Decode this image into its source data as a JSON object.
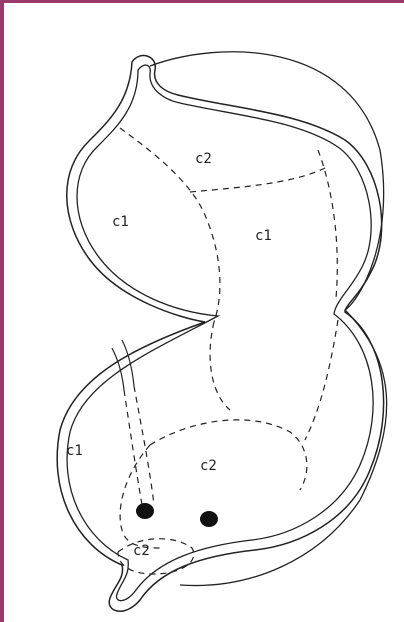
{
  "diagram": {
    "labels": {
      "c2_top": "c2",
      "c1_upper_left": "c1",
      "c1_upper_right": "c1",
      "c1_lower_left": "c1",
      "c2_lower_center": "c2",
      "c2_bottom": "c2"
    },
    "colors": {
      "frame": "#9a3a6b",
      "ink": "#222222"
    }
  }
}
